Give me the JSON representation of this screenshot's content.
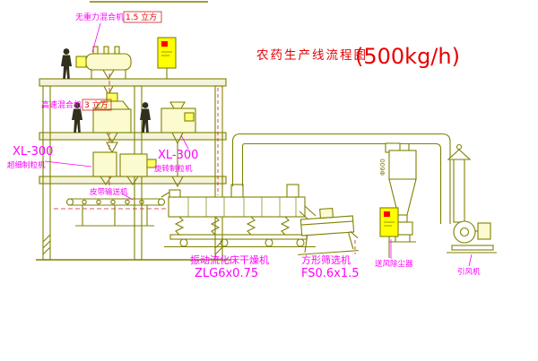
{
  "title": {
    "name": "农药生产线流程图",
    "capacity": "(500kg/h)"
  },
  "labels": {
    "gravity_mixer_name": "无重力混合机",
    "gravity_mixer_volume": "1.5 立方",
    "high_speed_mixer_name": "高速混合机",
    "high_speed_mixer_volume": "3 立方",
    "granulator_left_model": "XL-300",
    "granulator_left_name": "超细制粒机",
    "granulator_mid_model": "XL-300",
    "granulator_mid_name": "旋转制粒机",
    "belt_conveyor": "皮带输送机",
    "dryer_name": "振动流化床干燥机",
    "dryer_model": "ZLG6x0.75",
    "sieve_name": "方形筛选机",
    "sieve_model": "FS0.6x1.5",
    "dust_collector": "送风除尘器",
    "fan": "引风机",
    "duct_diameter": "Φ600"
  },
  "colors": {
    "structure_olive": "#808000",
    "label_magenta": "#ff00ff",
    "title_red": "#e60000",
    "annotation_red": "#cc2222",
    "panel_yellow": "#ffff00",
    "figure_dark": "#30301c",
    "background": "#ffffff"
  }
}
